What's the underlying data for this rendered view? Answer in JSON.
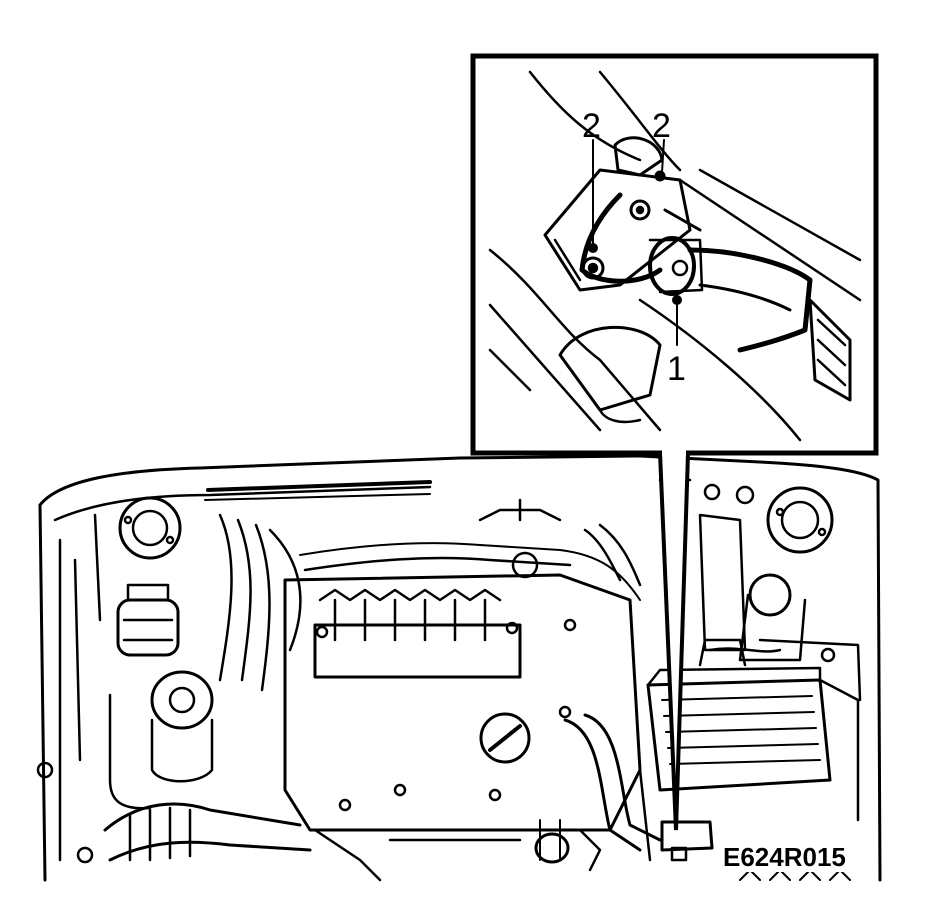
{
  "diagram": {
    "callouts": {
      "label_1": "1",
      "label_2a": "2",
      "label_2b": "2"
    },
    "figure_code": "E624R015"
  }
}
